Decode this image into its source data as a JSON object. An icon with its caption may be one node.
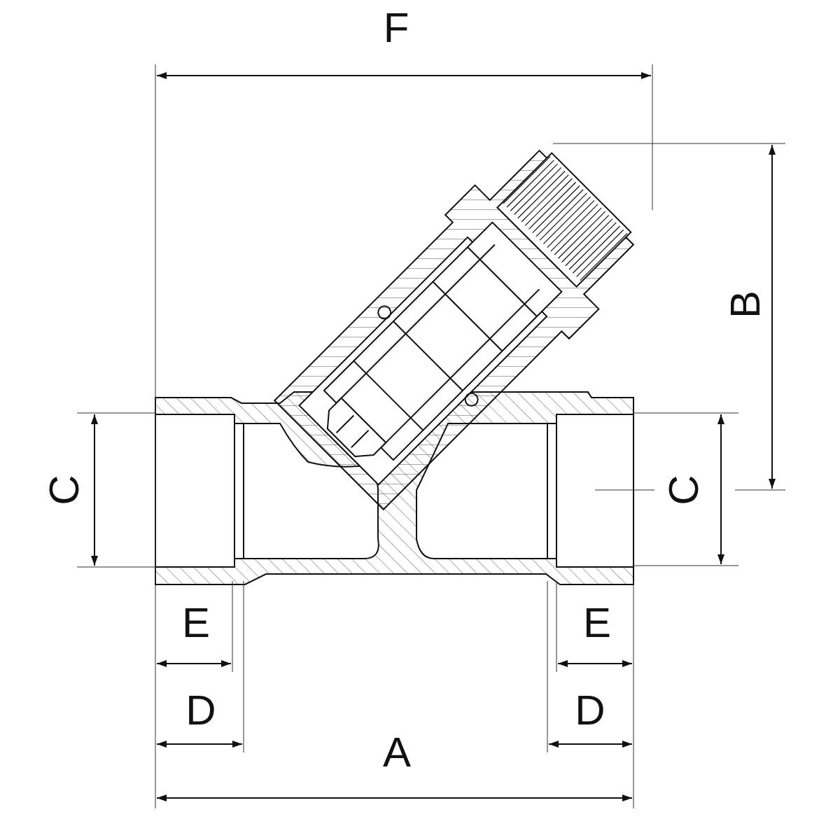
{
  "diagram": {
    "labels": [
      "F",
      "B",
      "C",
      "C",
      "E",
      "E",
      "D",
      "D",
      "A"
    ]
  }
}
